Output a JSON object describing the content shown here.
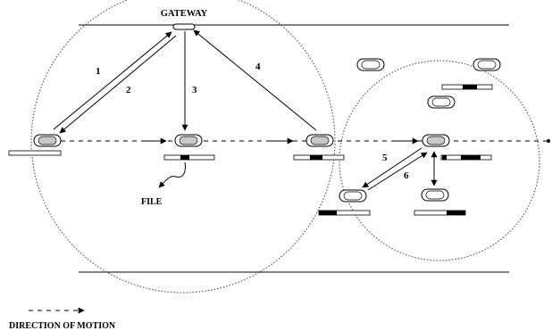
{
  "labels": {
    "gateway": "GATEWAY",
    "file": "FILE",
    "direction_of_motion": "DIRECTION OF MOTION"
  },
  "steps": [
    "1",
    "2",
    "3",
    "4",
    "5",
    "6"
  ],
  "colors": {
    "ink": "#000000",
    "car_body": "#c8c8c8",
    "paper": "#ffffff",
    "dots": "#555555"
  }
}
